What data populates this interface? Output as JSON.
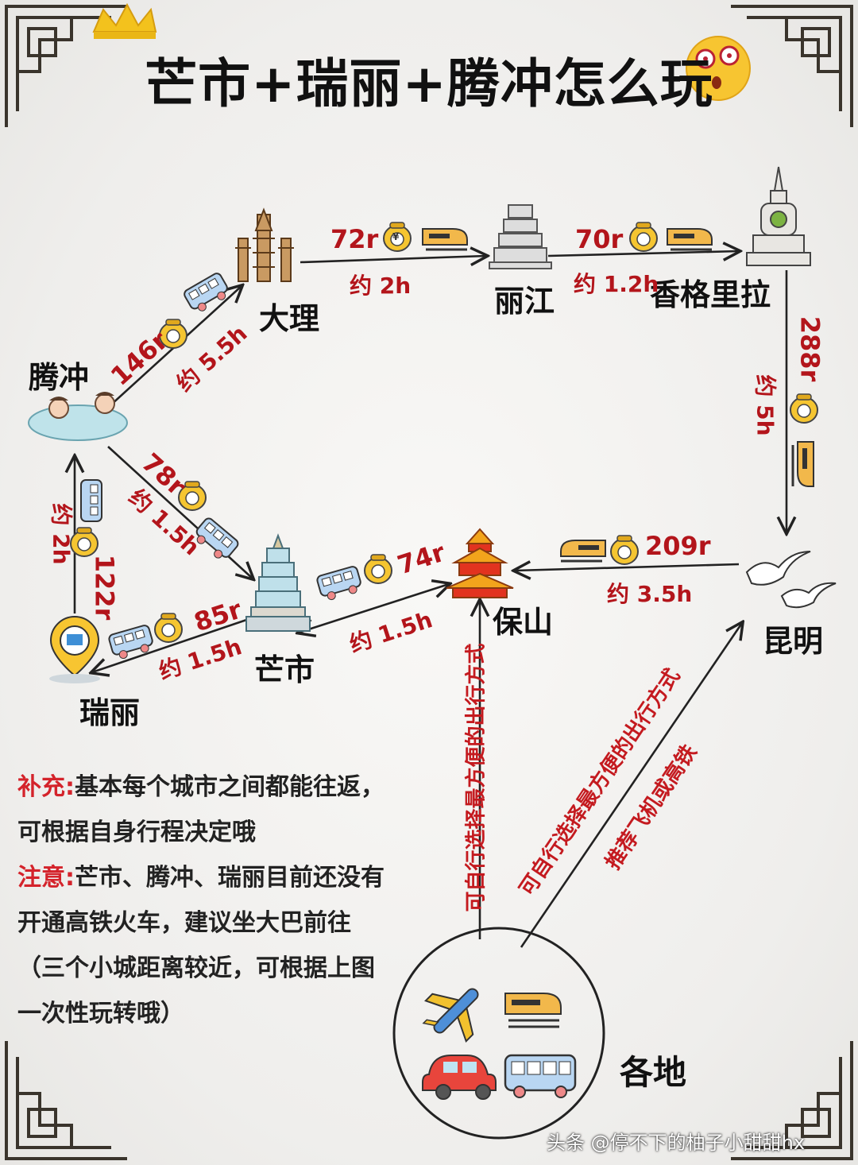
{
  "title": "芒市+瑞丽+腾冲怎么玩",
  "cities": {
    "dali": "大理",
    "lijiang": "丽江",
    "shangrila": "香格里拉",
    "tengchong": "腾冲",
    "mangshi": "芒市",
    "baoshan": "保山",
    "kunming": "昆明",
    "ruili": "瑞丽",
    "everywhere": "各地"
  },
  "routes": {
    "dali_lijiang": {
      "price": "72r",
      "time": "约 2h"
    },
    "lijiang_shangrila": {
      "price": "70r",
      "time": "约 1.2h"
    },
    "shangrila_kunming": {
      "price": "288r",
      "time": "约 5h"
    },
    "kunming_baoshan": {
      "price": "209r",
      "time": "约 3.5h"
    },
    "tengchong_dali": {
      "price": "146r",
      "time": "约 5.5h"
    },
    "tengchong_mangshi": {
      "price": "78r",
      "time": "约 1.5h"
    },
    "ruili_tengchong": {
      "price": "122r",
      "time": "约 2h"
    },
    "mangshi_ruili": {
      "price": "85r",
      "time": "约 1.5h"
    },
    "mangshi_baoshan": {
      "price": "74r",
      "time": "约 1.5h"
    }
  },
  "advice": {
    "baoshan": "可自行选择最方便的出行方式",
    "kunming_line1": "可自行选择最方便的出行方式",
    "kunming_line2": "推荐飞机或高铁"
  },
  "notes": {
    "supplement_key": "补充:",
    "supplement_text": "基本每个城市之间都能往返，可根据自身行程决定哦",
    "attention_key": "注意:",
    "attention_text": "芒市、腾冲、瑞丽目前还没有开通高铁火车，建议坐大巴前往（三个小城距离较近，可根据上图一次性玩转哦）"
  },
  "money_symbol": "¥",
  "watermark": "头条 @停不下的柚子小甜甜hx",
  "colors": {
    "accent_red": "#b3151b",
    "note_key": "#d4232b",
    "line": "#222222"
  }
}
